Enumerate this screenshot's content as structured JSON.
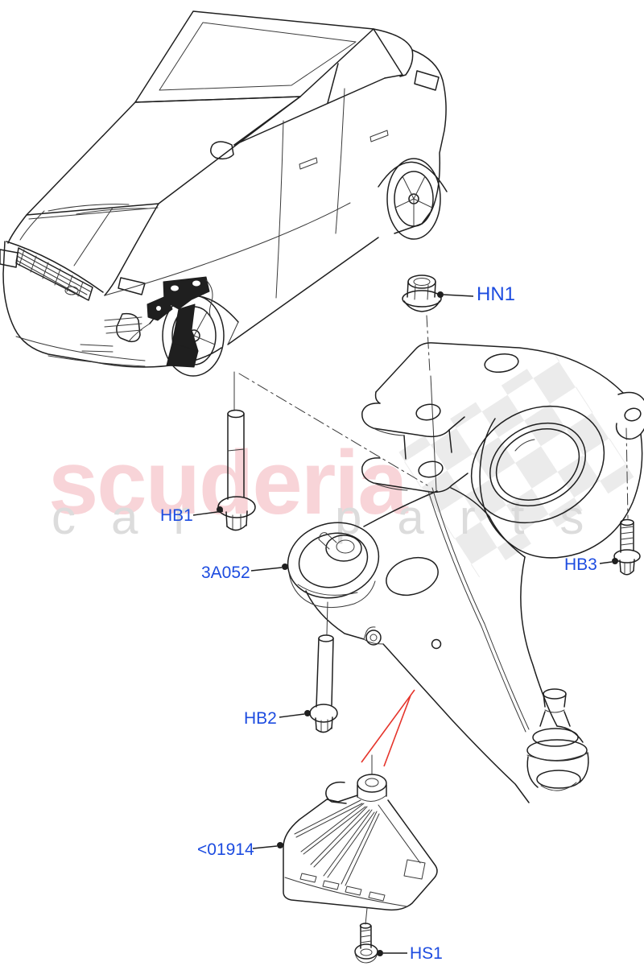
{
  "watermark": {
    "brand": "scuderia",
    "subtitle": "car parts"
  },
  "callouts": {
    "hn1": {
      "label": "HN1"
    },
    "hb1": {
      "label": "HB1"
    },
    "arm": {
      "label": "3A052"
    },
    "hb2": {
      "label": "HB2"
    },
    "hb3": {
      "label": "HB3"
    },
    "shield": {
      "label": "<01914"
    },
    "hs1": {
      "label": "HS1"
    }
  },
  "colors": {
    "label_blue": "#1d4ce0",
    "arrow_red": "#e5342b",
    "ink": "#1f1f1f",
    "brand_pink": "#f8d4d8",
    "brand_gray": "#dcdcdc",
    "background": "#ffffff"
  }
}
